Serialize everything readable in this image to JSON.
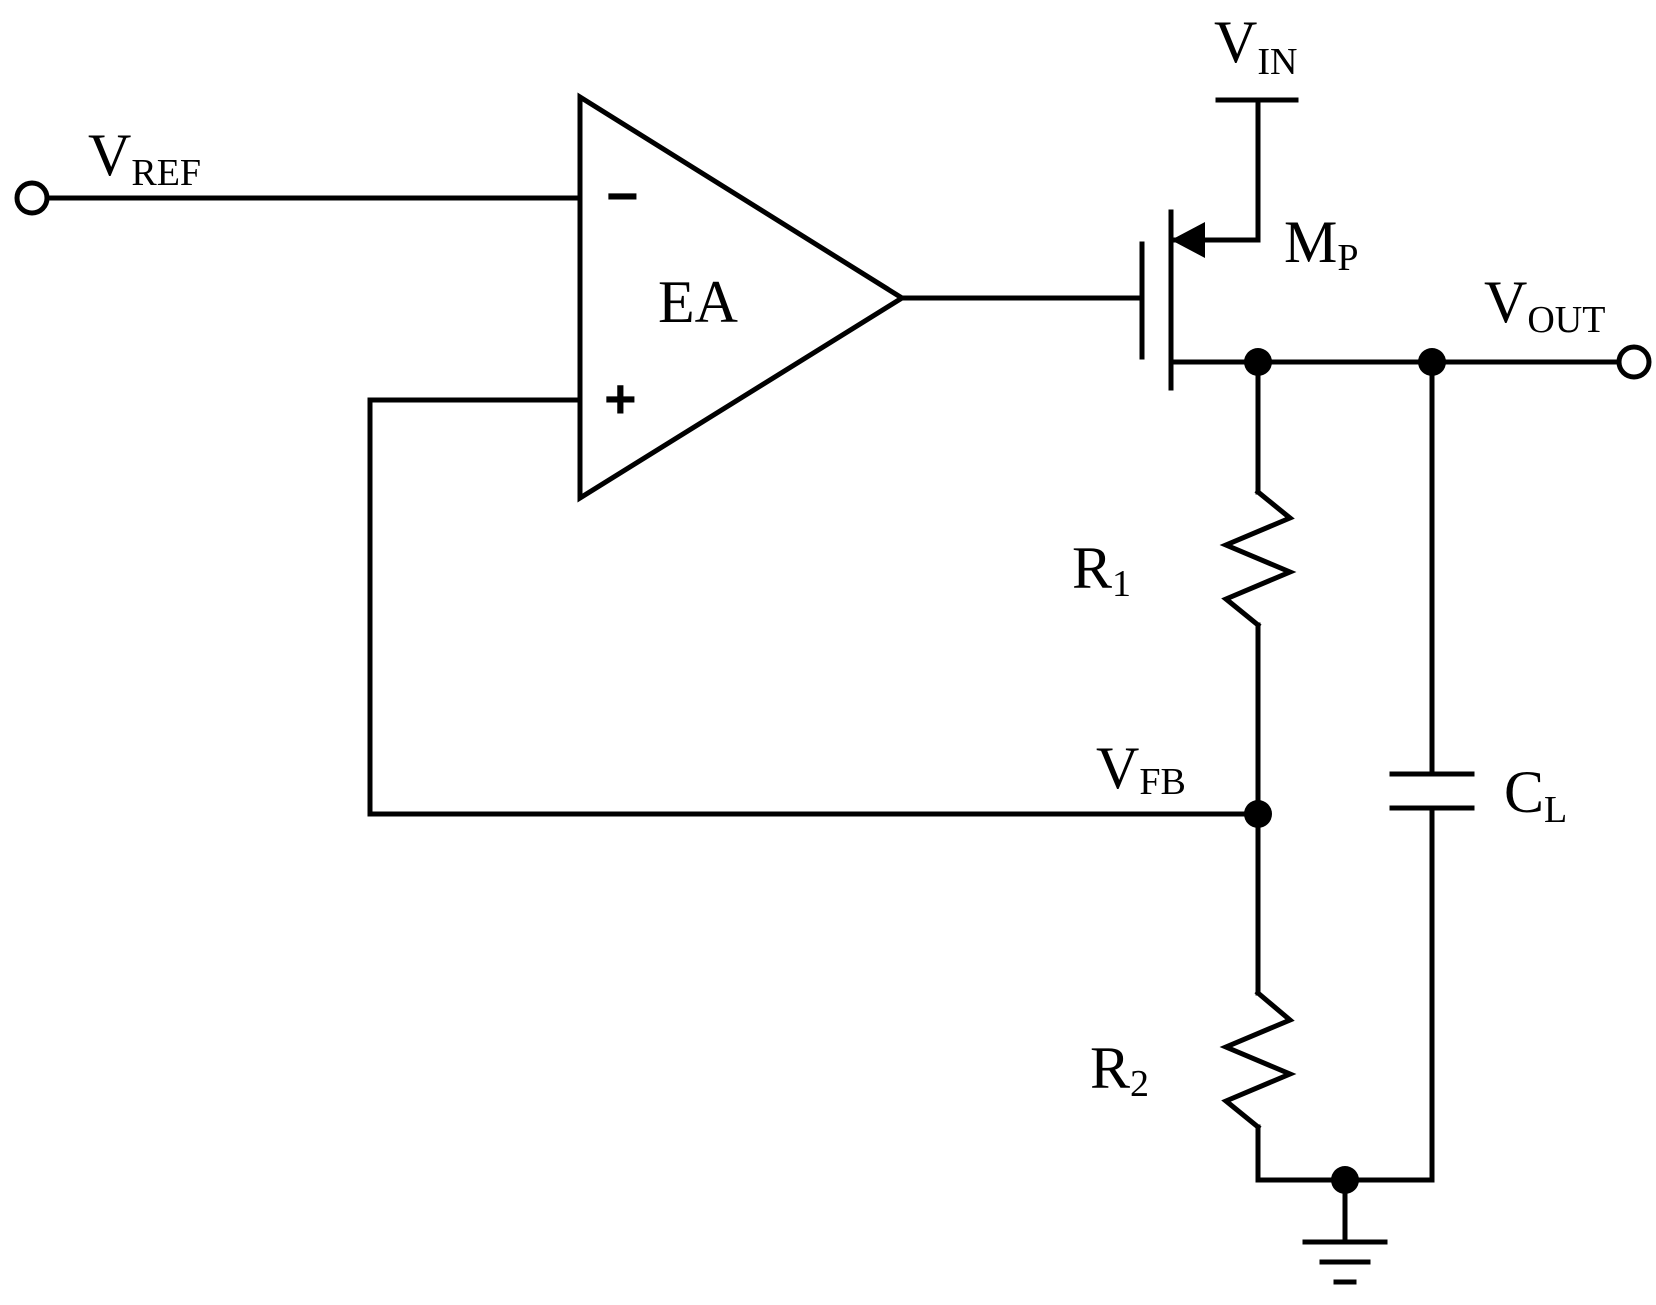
{
  "labels": {
    "vref": {
      "main": "V",
      "sub": "REF"
    },
    "vin": {
      "main": "V",
      "sub": "IN"
    },
    "vout": {
      "main": "V",
      "sub": "OUT"
    },
    "vfb": {
      "main": "V",
      "sub": "FB"
    },
    "mp": {
      "main": "M",
      "sub": "P"
    },
    "r1": {
      "main": "R",
      "sub": "1"
    },
    "r2": {
      "main": "R",
      "sub": "2"
    },
    "cl": {
      "main": "C",
      "sub": "L"
    },
    "ea": "EA",
    "minus": "−",
    "plus": "+"
  },
  "colors": {
    "ink": "#000000",
    "background": "#ffffff"
  }
}
